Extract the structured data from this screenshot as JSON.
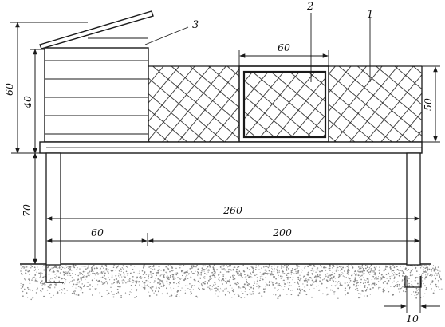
{
  "labels": {
    "mesh_section": "1",
    "door": "2",
    "house": "3"
  },
  "dimensions": {
    "total_height": "60",
    "house_wall_height": "40",
    "leg_height": "70",
    "door_width": "60",
    "mesh_height": "50",
    "overall_length": "260",
    "house_length": "60",
    "run_length": "200",
    "post_width": "10"
  },
  "colors": {
    "ink": "#1a1a1a",
    "ground": "#888888"
  }
}
